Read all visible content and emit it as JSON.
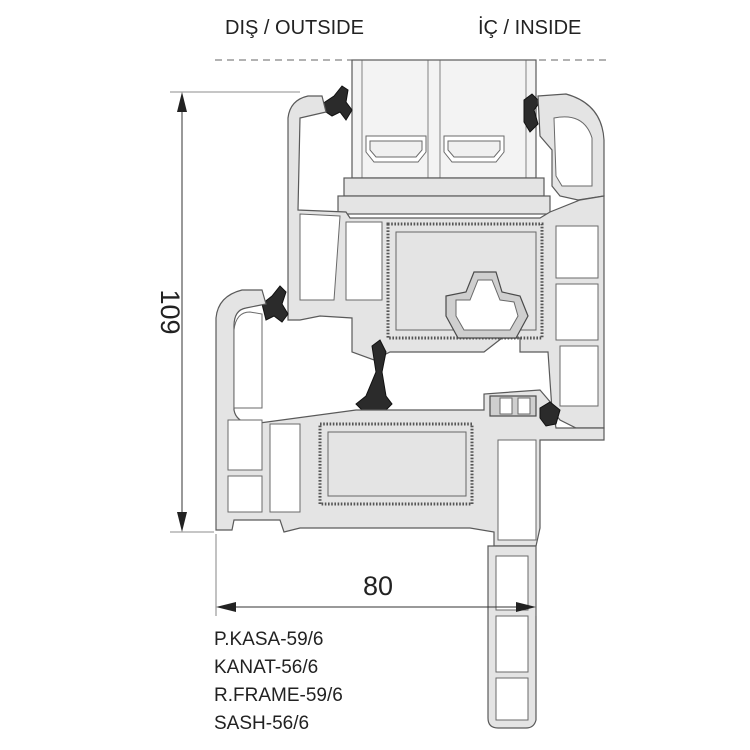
{
  "labels": {
    "outside": "DIŞ / OUTSIDE",
    "inside": "İÇ / INSIDE"
  },
  "dimensions": {
    "height": "109",
    "width": "80"
  },
  "profile_codes": [
    "P.KASA-59/6",
    "KANAT-56/6",
    "R.FRAME-59/6",
    "SASH-56/6"
  ],
  "colors": {
    "profile_fill": "#e4e4e4",
    "outline": "#5a5a5a",
    "gasket": "#2b2b2b",
    "text": "#222222"
  }
}
